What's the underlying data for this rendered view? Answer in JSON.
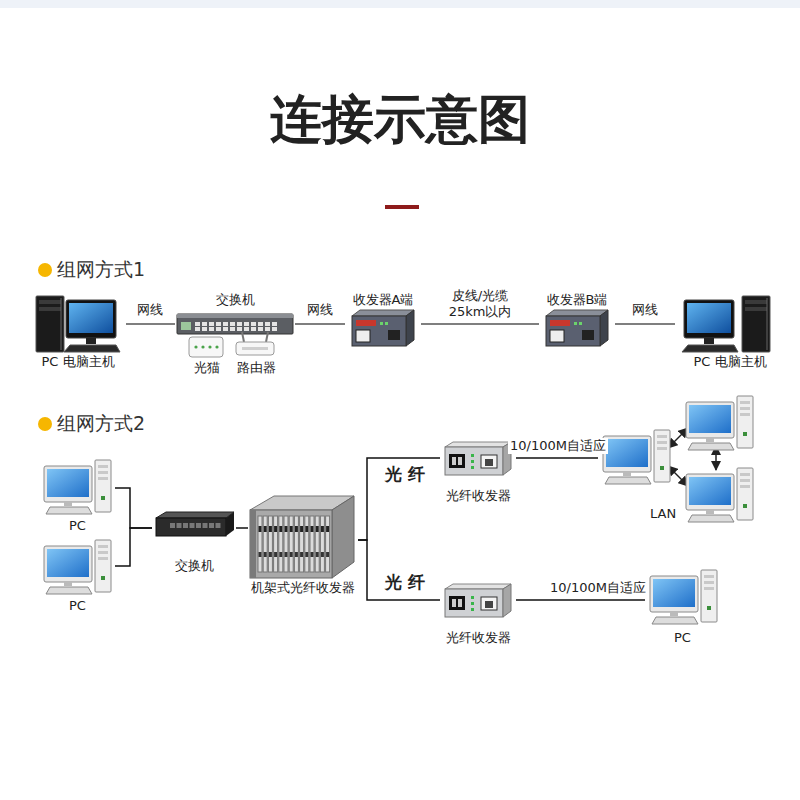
{
  "diagram": {
    "title": "连接示意图",
    "nodes": [
      {
        "text": [
          "PC 电脑主机"
        ]
      },
      {
        "text": [
          "交换机"
        ]
      },
      {
        "text": [
          "光猫"
        ]
      },
      {
        "text": [
          "路由器"
        ]
      },
      {
        "text": [
          "收发器A端"
        ]
      },
      {
        "text": [
          "收发器B端"
        ]
      },
      {
        "text": [
          "PC 电脑主机"
        ]
      },
      {
        "text": [
          "PC"
        ]
      },
      {
        "text": [
          "PC"
        ]
      },
      {
        "text": [
          "交换机"
        ]
      },
      {
        "text": [
          "机架式光纤收发器"
        ]
      },
      {
        "text": [
          "光纤收发器"
        ]
      },
      {
        "text": [
          "光纤收发器"
        ]
      },
      {
        "text": [
          "LAN"
        ]
      },
      {
        "text": [
          "PC"
        ]
      }
    ],
    "edges": [
      {
        "from": 0,
        "to": 1,
        "arrow": "none",
        "label": "网线"
      },
      {
        "from": 1,
        "to": 4,
        "arrow": "none",
        "label": "网线"
      },
      {
        "from": 4,
        "to": 5,
        "arrow": "none",
        "label": "皮线/光缆 25km以内"
      },
      {
        "from": 5,
        "to": 6,
        "arrow": "none",
        "label": "网线"
      },
      {
        "from": 7,
        "to": 9,
        "arrow": "none"
      },
      {
        "from": 8,
        "to": 9,
        "arrow": "none"
      },
      {
        "from": 9,
        "to": 10,
        "arrow": "none"
      },
      {
        "from": 10,
        "to": 11,
        "arrow": "none",
        "label": "光 纤"
      },
      {
        "from": 10,
        "to": 12,
        "arrow": "none",
        "label": "光 纤"
      },
      {
        "from": 11,
        "to": 13,
        "arrow": "none",
        "label": "10/100M自适应"
      },
      {
        "from": 12,
        "to": 14,
        "arrow": "none",
        "label": "10/100M自适应"
      }
    ],
    "labels": [
      "组网方式1",
      "组网方式2"
    ]
  }
}
